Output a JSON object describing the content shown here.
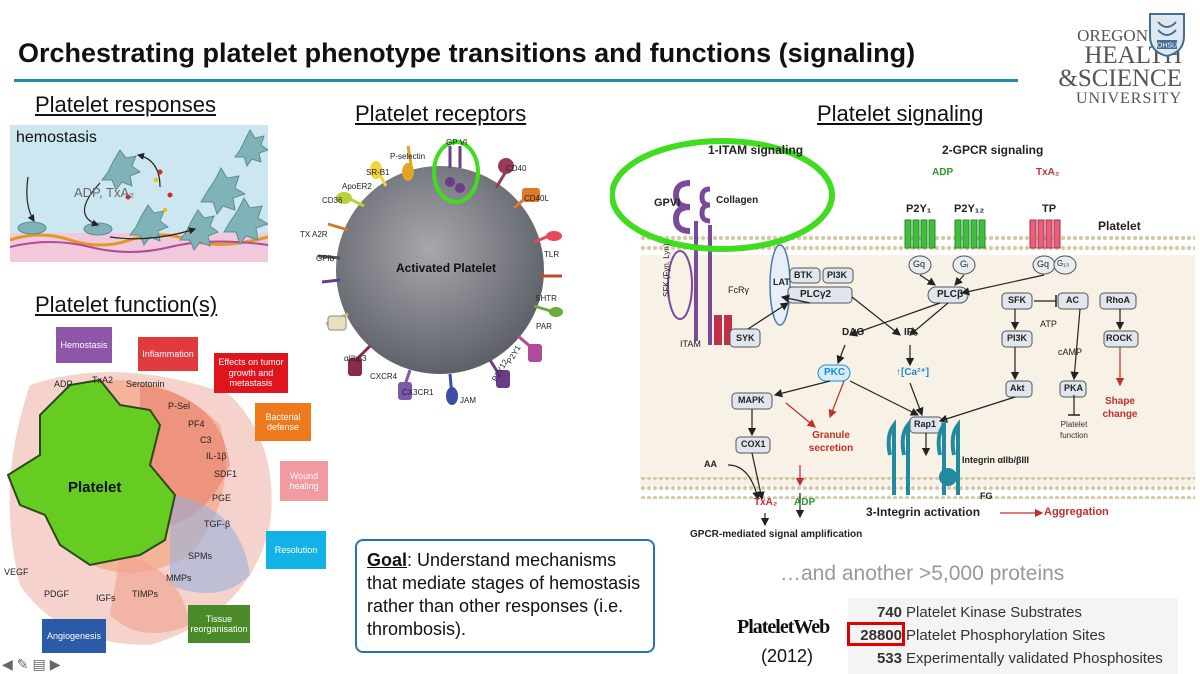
{
  "slide": {
    "title": "Orchestrating platelet phenotype transitions and functions (signaling)"
  },
  "logo": {
    "line1": "OREGON",
    "line2": "HEALTH",
    "line3": "&SCIENCE",
    "line4": "UNIVERSITY",
    "seal_text": "OHSU"
  },
  "responses": {
    "heading": "Platelet responses",
    "hemostasis_label": "hemostasis",
    "mediators_label": "ADP, TxA₂"
  },
  "receptors": {
    "heading": "Platelet receptors",
    "center_label": "Activated Platelet",
    "labels": [
      "GP VI",
      "P-selectin",
      "SR-B1",
      "ApoER2",
      "CD36",
      "TX A2R",
      "GPIb",
      "αIIbβ3",
      "CXCR4",
      "CX3CR1",
      "JAM",
      "P2Y12",
      "P2Y1",
      "PAR",
      "5HTR",
      "TLR",
      "CD40L",
      "CD40"
    ]
  },
  "function": {
    "heading": "Platelet function(s)",
    "center_label": "Platelet",
    "boxes": [
      "Hemostasis",
      "Inflammation",
      "Effects on tumor growth and metastasis",
      "Bacterial defense",
      "Wound healing",
      "Resolution",
      "Tissue reorganisation",
      "Angiogenesis"
    ],
    "factors": [
      "ADP",
      "TxA2",
      "Serotonin",
      "P-Sel",
      "PF4",
      "C3",
      "IL-1β",
      "SDF1",
      "PGE",
      "TGF-β",
      "SPMs",
      "MMPs",
      "TIMPs",
      "IGFs",
      "PDGF",
      "VEGF"
    ]
  },
  "signaling": {
    "heading": "Platelet signaling",
    "itam_title": "1-ITAM signaling",
    "gpcr_title": "2-GPCR signaling",
    "gpvi": "GPVI",
    "collagen": "Collagen",
    "adp": "ADP",
    "txa2": "TxA₂",
    "p2y1": "P2Y₁",
    "p2y12": "P2Y₁₂",
    "tp": "TP",
    "platelet": "Platelet",
    "sfk_fyn": "SFK (Fyn, Lyn)",
    "fcry": "FcRγ",
    "lat": "LAT",
    "itam": "ITAM",
    "syk": "SYK",
    "btk": "BTK",
    "pi3k": "PI3K",
    "plcg2": "PLCγ2",
    "gq": "Gq",
    "gi": "Gᵢ",
    "gq2": "Gq",
    "g13": "G₁₃",
    "plcb": "PLCβ",
    "sfk": "SFK",
    "ac": "AC",
    "rhoa": "RhoA",
    "atp": "ATP",
    "dag": "DAG",
    "ip3": "IP₃",
    "pi3k2": "PI3K",
    "camp": "cAMP",
    "rock": "ROCK",
    "pkc": "PKC",
    "ca": "↑[Ca²⁺]",
    "akt": "Akt",
    "pka": "PKA",
    "shape_change": "Shape change",
    "mapk": "MAPK",
    "granule": "Granule secretion",
    "platelet_function": "Platelet function",
    "rap1": "Rap1",
    "cox1": "COX1",
    "integrin": "Integrin αIIb/βIII",
    "aa": "AA",
    "fg": "FG",
    "txa2_out": "TxA₂",
    "adp_out": "ADP",
    "integrin_activation": "3-Integrin activation",
    "aggregation": "Aggregation",
    "gpcr_amp": "GPCR-mediated signal amplification"
  },
  "goal": {
    "label": "Goal",
    "text": ": Understand mechanisms that mediate stages of hemostasis rather than other responses (i.e. thrombosis)."
  },
  "proteins_note": "…and another >5,000 proteins",
  "plateletweb": {
    "name": "PlateletWeb",
    "year": "(2012)",
    "rows": [
      {
        "count": "740",
        "label": "Platelet Kinase Substrates"
      },
      {
        "count": "28800",
        "label": "Platelet Phosphorylation Sites"
      },
      {
        "count": "533",
        "label": "Experimentally validated Phosphosites"
      }
    ]
  },
  "colors": {
    "accent_rule": "#1f8fa8",
    "highlight_circle": "#3fdc1f",
    "highlight_box": "#e00000",
    "goal_border": "#2a6fbf",
    "platelet_green": "#66cc22",
    "pathway_blue": "#1a8fd0",
    "pathway_red": "#c0302a"
  },
  "toolbar_icons": [
    "prev-arrow-icon",
    "pen-icon",
    "slides-icon",
    "next-arrow-icon"
  ]
}
